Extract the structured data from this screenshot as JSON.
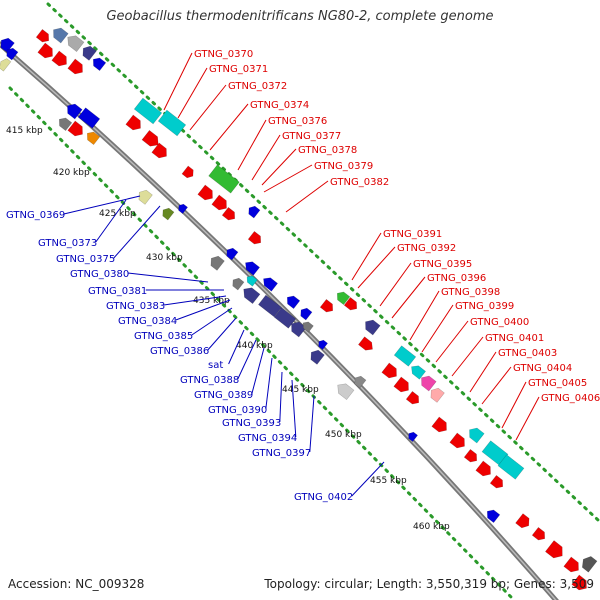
{
  "title": "Geobacillus thermodenitrificans NG80-2, complete genome",
  "accession": "Accession: NC_009328",
  "topology": "Topology: circular; Length: 3,550,319 bp; Genes: 3,509",
  "colors": {
    "backbone": "#888888",
    "track_dots": "#2a9a2a",
    "forward_label": "#dd0000",
    "reverse_label": "#0000bb",
    "gene_red": "#ee0000",
    "gene_blue": "#0000dd",
    "gene_cyan": "#00cccc",
    "gene_slate": "#3a3a8a"
  },
  "kbp_ticks": [
    "415 kbp",
    "420 kbp",
    "425 kbp",
    "430 kbp",
    "435 kbp",
    "440 kbp",
    "445 kbp",
    "450 kbp",
    "455 kbp",
    "460 kbp"
  ],
  "forward_labels": [
    "GTNG_0370",
    "GTNG_0371",
    "GTNG_0372",
    "GTNG_0374",
    "GTNG_0376",
    "GTNG_0377",
    "GTNG_0378",
    "GTNG_0379",
    "GTNG_0382",
    "GTNG_0391",
    "GTNG_0392",
    "GTNG_0395",
    "GTNG_0396",
    "GTNG_0398",
    "GTNG_0399",
    "GTNG_0400",
    "GTNG_0401",
    "GTNG_0403",
    "GTNG_0404",
    "GTNG_0405",
    "GTNG_0406"
  ],
  "reverse_labels": [
    "GTNG_0369",
    "GTNG_0373",
    "GTNG_0375",
    "GTNG_0380",
    "GTNG_0381",
    "GTNG_0383",
    "GTNG_0384",
    "GTNG_0385",
    "GTNG_0386",
    "sat",
    "GTNG_0388",
    "GTNG_0389",
    "GTNG_0390",
    "GTNG_0393",
    "GTNG_0394",
    "GTNG_0397",
    "GTNG_0402"
  ]
}
